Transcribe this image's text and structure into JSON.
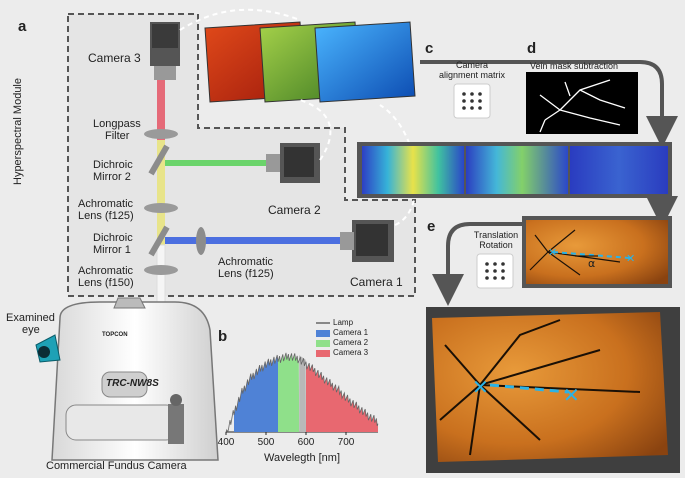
{
  "panels": {
    "a": "a",
    "b": "b",
    "c": "c",
    "d": "d",
    "e": "e"
  },
  "module_label": "Hyperspectral Module",
  "components": {
    "camera3": "Camera 3",
    "longpass_filter_1": "Longpass",
    "longpass_filter_2": "Filter",
    "dichroic2_1": "Dichroic",
    "dichroic2_2": "Mirror 2",
    "achromatic125_1": "Achromatic",
    "achromatic125_2": "Lens (f125)",
    "dichroic1_1": "Dichroic",
    "dichroic1_2": "Mirror 1",
    "achromatic150_1": "Achromatic",
    "achromatic150_2": "Lens (f150)",
    "camera2": "Camera 2",
    "achromatic_side_1": "Achromatic",
    "achromatic_side_2": "Lens (f125)",
    "camera1": "Camera 1",
    "examined_eye_1": "Examined",
    "examined_eye_2": "eye",
    "fundus_camera": "Commercial Fundus Camera",
    "fundus_brand": "TOPCON",
    "fundus_model": "TRC-NW8S"
  },
  "steps": {
    "c_line1": "Camera",
    "c_line2": "alignment matrix",
    "d_title": "Vein mask subtraction",
    "e_line1": "Translation",
    "e_line2": "Rotation",
    "alpha": "α"
  },
  "chart_data": {
    "type": "area",
    "xlabel": "Wavelegth [nm]",
    "ylabel": "",
    "xlim": [
      400,
      780
    ],
    "xticks": [
      400,
      500,
      600,
      700
    ],
    "legend": [
      "Lamp",
      "Camera 1",
      "Camera 2",
      "Camera 3"
    ],
    "legend_position": "top-right",
    "bands": [
      {
        "name": "Camera 1",
        "color": "#4f82d6",
        "range": [
          420,
          530
        ]
      },
      {
        "name": "Camera 2",
        "color": "#8fe08a",
        "range": [
          530,
          583
        ]
      },
      {
        "name": "Camera 3",
        "color": "#e86870",
        "range": [
          600,
          780
        ]
      }
    ],
    "lamp_envelope": {
      "x": [
        400,
        420,
        440,
        460,
        480,
        500,
        520,
        540,
        560,
        580,
        600,
        620,
        640,
        660,
        680,
        700,
        720,
        740,
        760,
        780
      ],
      "y": [
        0.02,
        0.3,
        0.55,
        0.72,
        0.82,
        0.9,
        0.95,
        0.98,
        1.0,
        0.97,
        0.9,
        0.83,
        0.74,
        0.66,
        0.58,
        0.48,
        0.4,
        0.32,
        0.24,
        0.18
      ]
    }
  },
  "colors": {
    "camera1": "#4f82d6",
    "camera2": "#8fe08a",
    "camera3": "#e86870",
    "lamp": "#666666",
    "arrow": "#555555",
    "cross": "#2bb3e6"
  }
}
